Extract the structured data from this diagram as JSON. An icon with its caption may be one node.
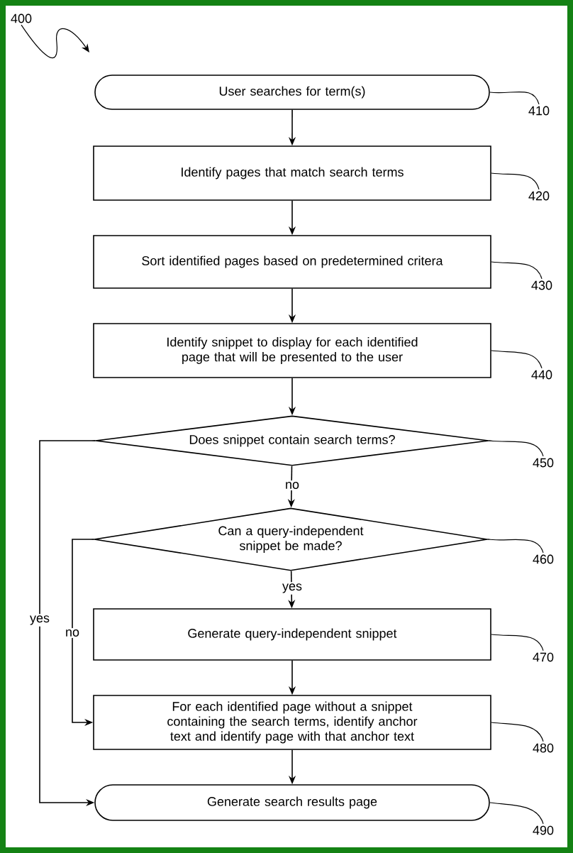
{
  "diagram": {
    "nodes": [
      {
        "text": [
          "User searches for term(s)"
        ]
      },
      {
        "text": [
          "Identify pages that match search terms"
        ]
      },
      {
        "text": [
          "Sort identified pages based on predetermined critera"
        ]
      },
      {
        "text": [
          "Identify snippet to display for each identified page that will be presented to the user"
        ]
      },
      {
        "text": [
          "Does snippet contain search terms?"
        ]
      },
      {
        "text": [
          "Can a query-independent snippet be made?"
        ]
      },
      {
        "text": [
          "Generate query-independent snippet"
        ]
      },
      {
        "text": [
          "For each identified page without a snippet containing the search terms, identify anchor text and identify page with that anchor text"
        ]
      },
      {
        "text": [
          "Generate search results page"
        ]
      },
      {
        "text": [
          "400"
        ]
      },
      {
        "text": [
          "410"
        ]
      },
      {
        "text": [
          "420"
        ]
      },
      {
        "text": [
          "430"
        ]
      },
      {
        "text": [
          "440"
        ]
      },
      {
        "text": [
          "450"
        ]
      },
      {
        "text": [
          "460"
        ]
      },
      {
        "text": [
          "470"
        ]
      },
      {
        "text": [
          "480"
        ]
      },
      {
        "text": [
          "490"
        ]
      }
    ],
    "edges": [
      {
        "from": 0,
        "to": 1,
        "arrow": "to"
      },
      {
        "from": 1,
        "to": 2,
        "arrow": "to"
      },
      {
        "from": 2,
        "to": 3,
        "arrow": "to"
      },
      {
        "from": 3,
        "to": 4,
        "arrow": "to"
      },
      {
        "from": 4,
        "to": 5,
        "arrow": "to",
        "label": "no"
      },
      {
        "from": 5,
        "to": 6,
        "arrow": "to",
        "label": "yes"
      },
      {
        "from": 6,
        "to": 7,
        "arrow": "to"
      },
      {
        "from": 7,
        "to": 8,
        "arrow": "to"
      },
      {
        "from": 4,
        "to": 8,
        "arrow": "to",
        "label": "yes"
      },
      {
        "from": 5,
        "to": 7,
        "arrow": "to",
        "label": "no"
      },
      {
        "from": 9,
        "to": null,
        "arrow": "to"
      },
      {
        "from": 10,
        "to": 0,
        "arrow": "none"
      },
      {
        "from": 11,
        "to": 1,
        "arrow": "none"
      },
      {
        "from": 12,
        "to": 2,
        "arrow": "none"
      },
      {
        "from": 13,
        "to": 3,
        "arrow": "none"
      },
      {
        "from": 14,
        "to": 4,
        "arrow": "none"
      },
      {
        "from": 15,
        "to": 5,
        "arrow": "none"
      },
      {
        "from": 16,
        "to": 6,
        "arrow": "none"
      },
      {
        "from": 17,
        "to": 7,
        "arrow": "none"
      },
      {
        "from": 18,
        "to": 8,
        "arrow": "none"
      }
    ]
  }
}
